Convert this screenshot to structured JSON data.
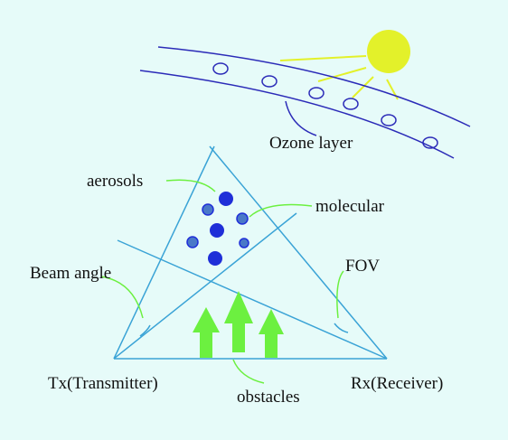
{
  "labels": {
    "ozone": "Ozone layer",
    "aerosols": "aerosols",
    "molecular": "molecular",
    "beam_angle": "Beam angle",
    "fov": "FOV",
    "tx": "Tx(Transmitter)",
    "rx": "Rx(Receiver)",
    "obstacles": "obstacles"
  },
  "colors": {
    "background": "#e6fbf9",
    "beam_lines": "#3aa3d6",
    "ozone_lines": "#2b2bb8",
    "sun": "#e3f12a",
    "sun_rays": "#e3f12a",
    "aerosol": "#1f2fd8",
    "molecule": "#4a78c8",
    "obstacle_arrows": "#6cf040",
    "leader_lines": "#6cf040"
  },
  "icons": {
    "sun": "sun-icon",
    "obstacle": "up-arrow-icon"
  }
}
